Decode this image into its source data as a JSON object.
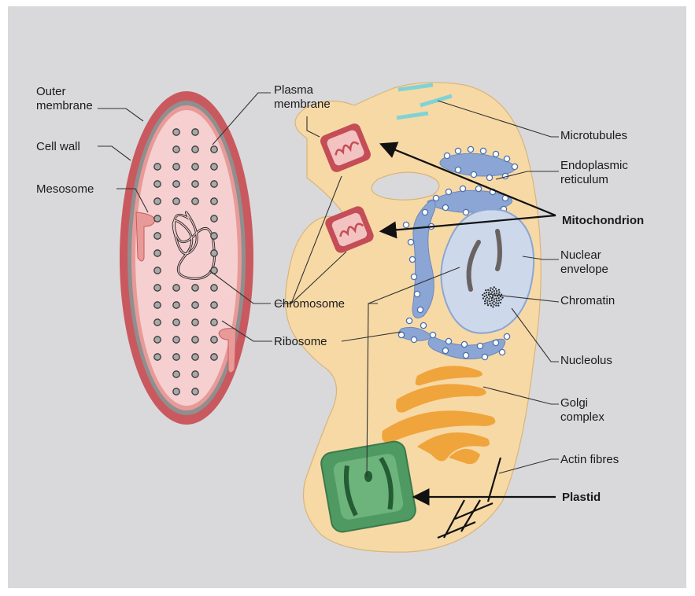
{
  "labels": {
    "outer_membrane": [
      "Outer",
      "membrane"
    ],
    "cell_wall": "Cell wall",
    "mesosome": "Mesosome",
    "plasma_membrane": [
      "Plasma",
      "membrane"
    ],
    "chromosome": "Chromosome",
    "ribosome": "Ribosome",
    "microtubules": "Microtubules",
    "endoplasmic_reticulum": [
      "Endoplasmic",
      "reticulum"
    ],
    "mitochondrion": "Mitochondrion",
    "nuclear_envelope": [
      "Nuclear",
      "envelope"
    ],
    "chromatin": "Chromatin",
    "nucleolus": "Nucleolus",
    "golgi_complex": [
      "Golgi",
      "complex"
    ],
    "actin_fibres": "Actin fibres",
    "plastid": "Plastid"
  },
  "colors": {
    "background": "#d9d9db",
    "prokaryote_outer": "#c9595e",
    "prokaryote_wall": "#8f8f8f",
    "prokaryote_cytoplasm": "#f6cfd0",
    "eukaryote_cytoplasm": "#f7d9a6",
    "er": "#8ba6d4",
    "nucleus": "#cdd8ea",
    "golgi": "#f0a43c",
    "plastid": "#4f9a62",
    "mitochondrion": "#c54d57",
    "microtubule": "#7fd3d6"
  }
}
